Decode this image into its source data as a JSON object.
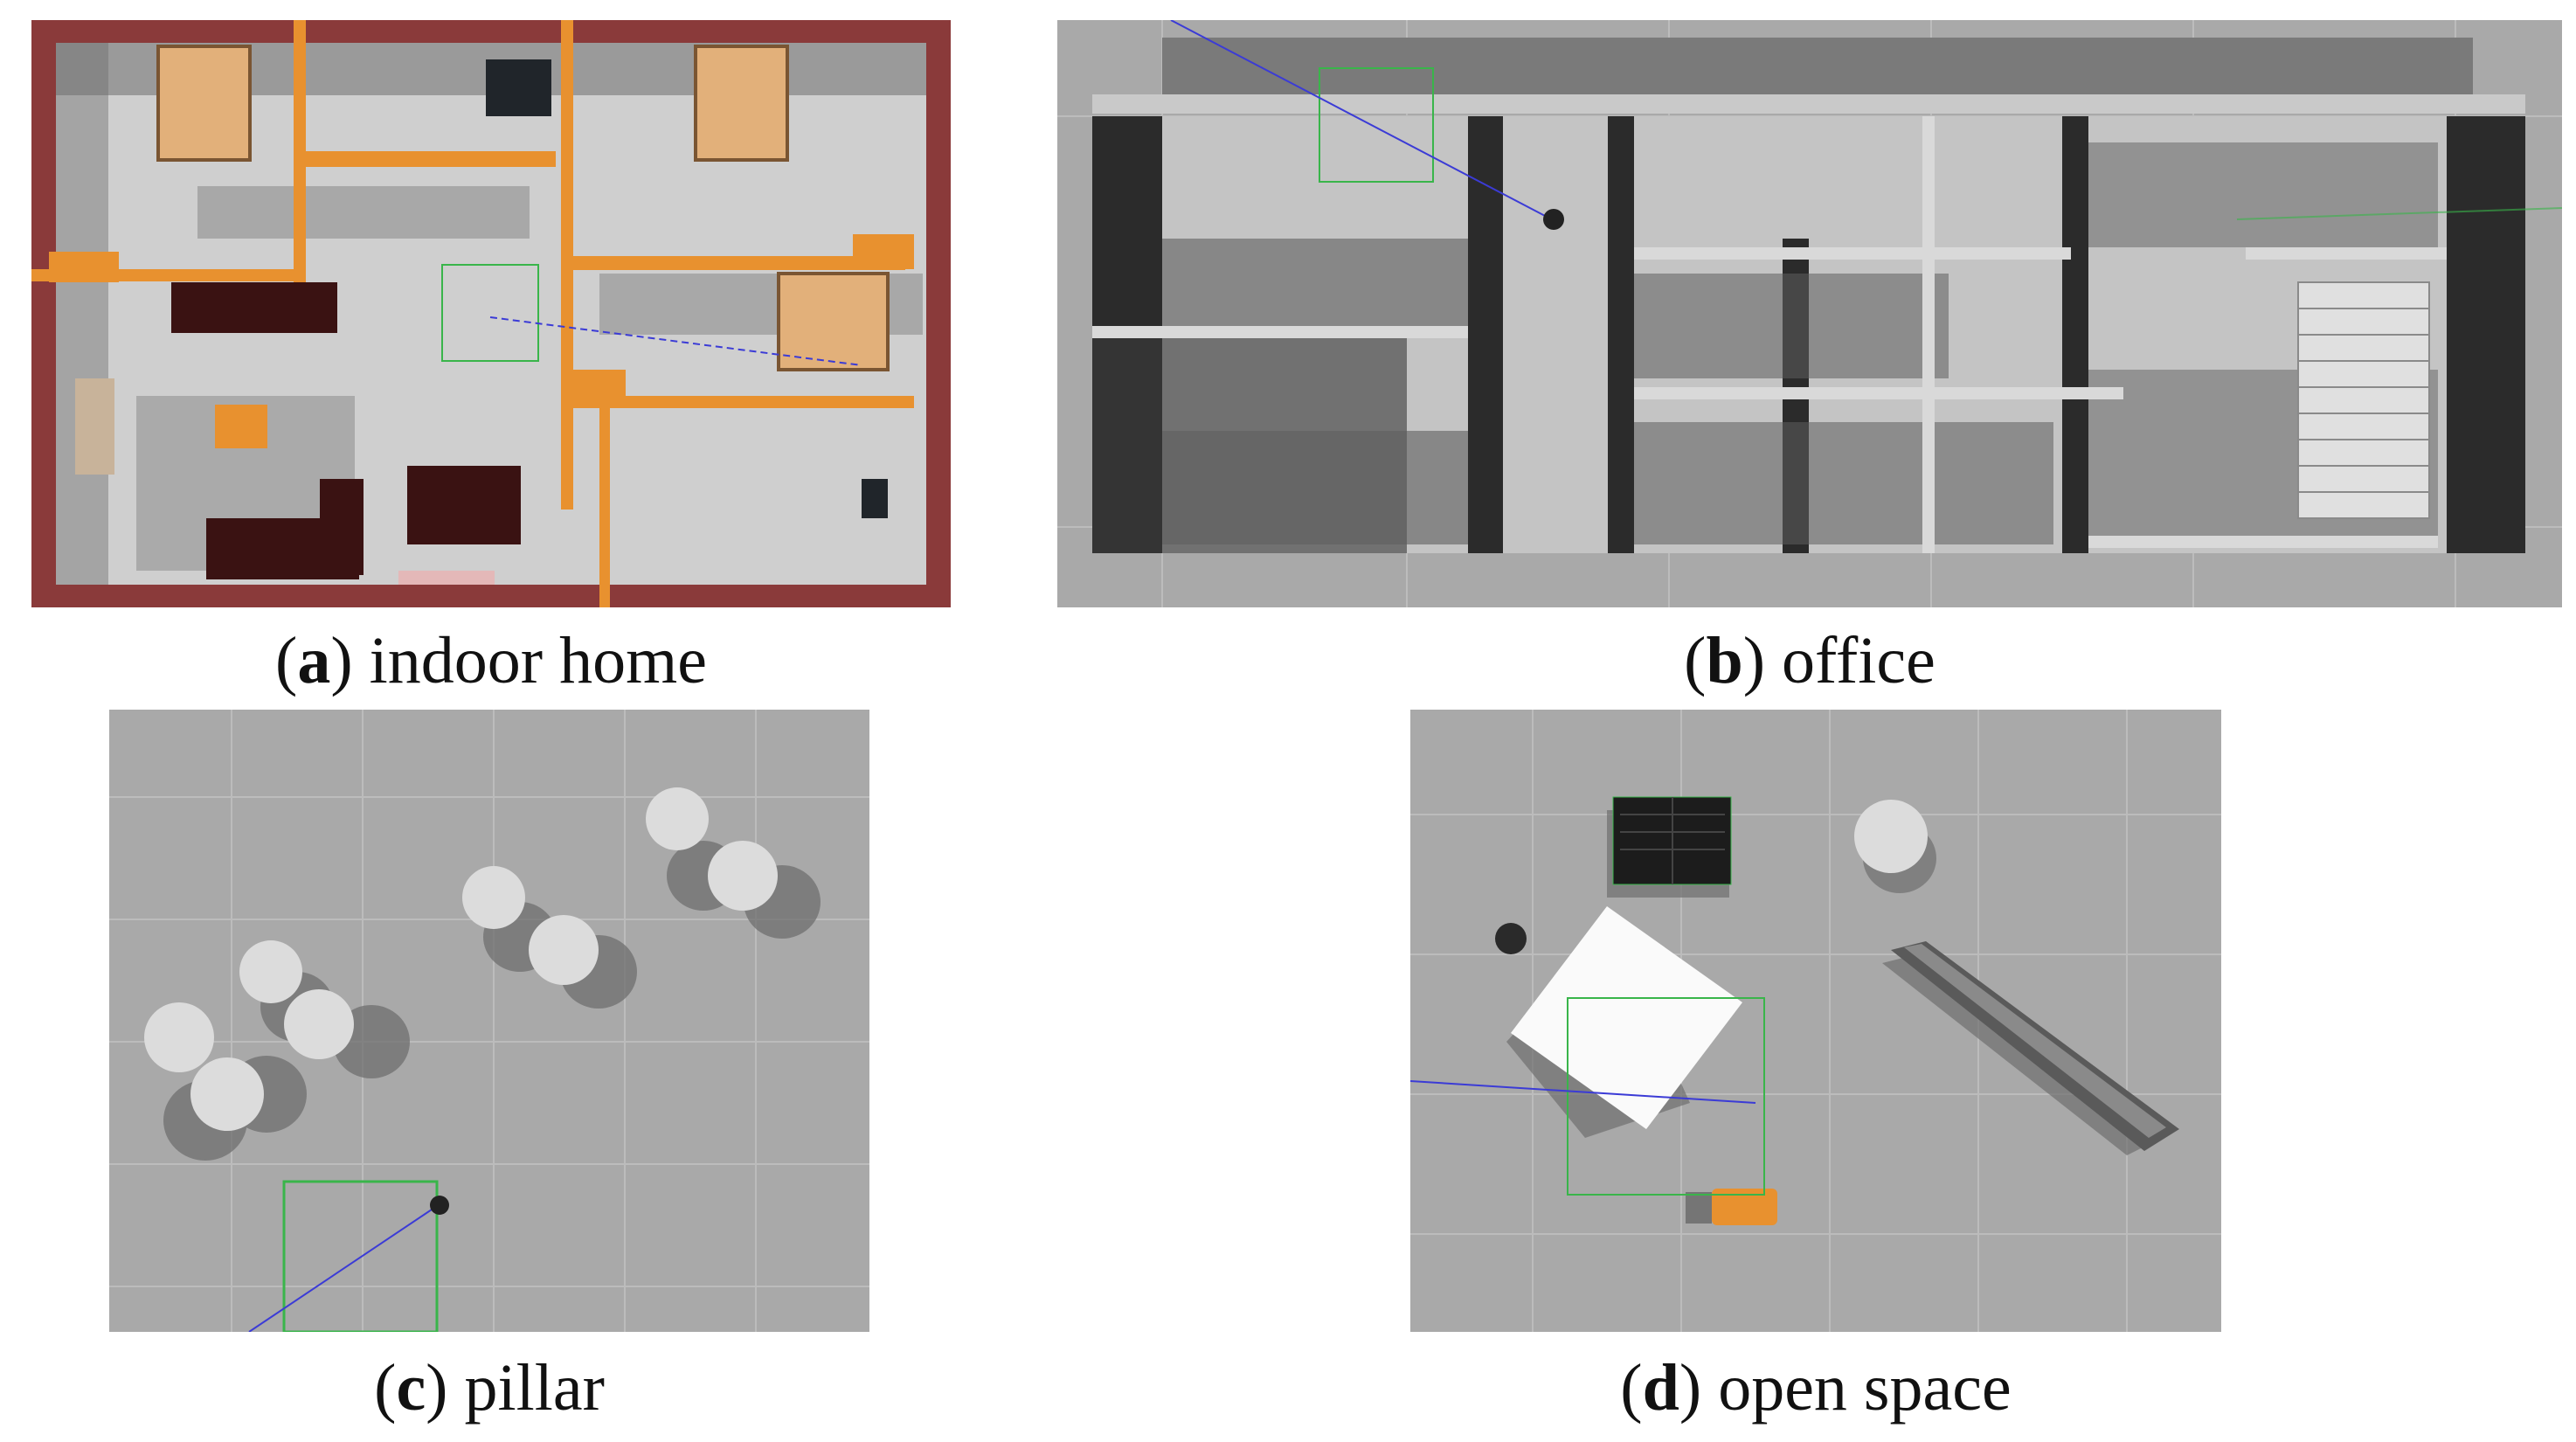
{
  "figure": {
    "panels": [
      {
        "id": "a",
        "letter": "a",
        "label": "indoor home"
      },
      {
        "id": "b",
        "letter": "b",
        "label": "office"
      },
      {
        "id": "c",
        "letter": "c",
        "label": "pillar"
      },
      {
        "id": "d",
        "letter": "d",
        "label": "open space"
      }
    ],
    "colors": {
      "ground": "#a9a9a9",
      "grid_line": "#bcbcbc",
      "wall_orange": "#e8912f",
      "brick": "#8a3a3a",
      "shadow": "#6f6f6f",
      "dark_furniture": "#3a1212",
      "tan_bed": "#e2b07a",
      "robot_frame": "#39b54a",
      "laser_ray": "#3b3bd6",
      "white_box": "#fafafa"
    }
  }
}
